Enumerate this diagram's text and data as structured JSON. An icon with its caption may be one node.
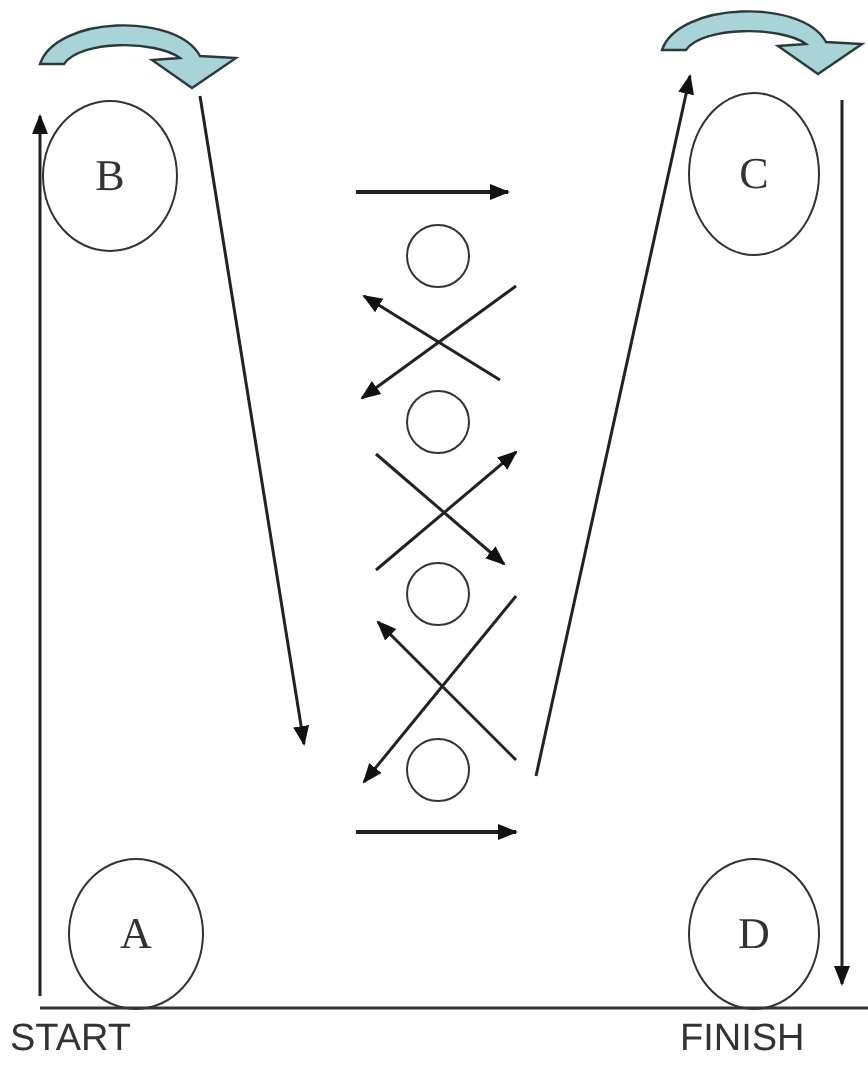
{
  "diagram": {
    "nodes": [
      {
        "text": [
          "B"
        ]
      },
      {
        "text": [
          "C"
        ]
      },
      {
        "text": [],
        "shape": "circle"
      },
      {
        "text": [],
        "shape": "circle"
      },
      {
        "text": [],
        "shape": "circle"
      },
      {
        "text": [],
        "shape": "circle"
      },
      {
        "text": [
          "A"
        ]
      },
      {
        "text": [
          "D"
        ]
      }
    ],
    "labels": [
      "START",
      "FINISH"
    ]
  }
}
